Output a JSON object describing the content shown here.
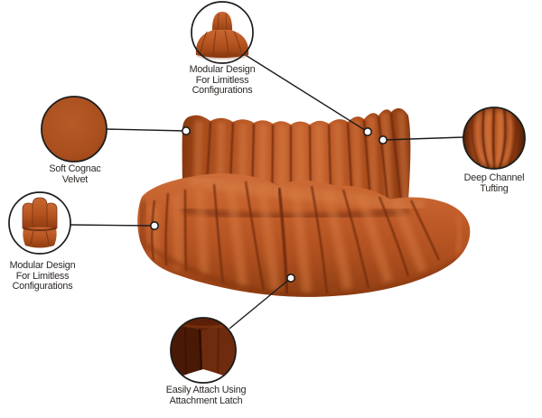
{
  "colors": {
    "background": "#ffffff",
    "velvet_light": "#d4753f",
    "velvet_mid": "#c05a26",
    "velvet_dark": "#8a3a12",
    "velvet_deep": "#5e2208",
    "swatch": "#aa4f1e",
    "outline": "#1c1c1c",
    "text": "#2b2724"
  },
  "callouts": {
    "top_modular": {
      "label": "Modular Design\nFor Limitless\nConfigurations"
    },
    "velvet": {
      "label": "Soft Cognac\nVelvet"
    },
    "left_modular": {
      "label": "Modular Design\nFor Limitless\nConfigurations"
    },
    "tufting": {
      "label": "Deep Channel\nTufting"
    },
    "latch": {
      "label": "Easily Attach Using\nAttachment Latch"
    }
  }
}
